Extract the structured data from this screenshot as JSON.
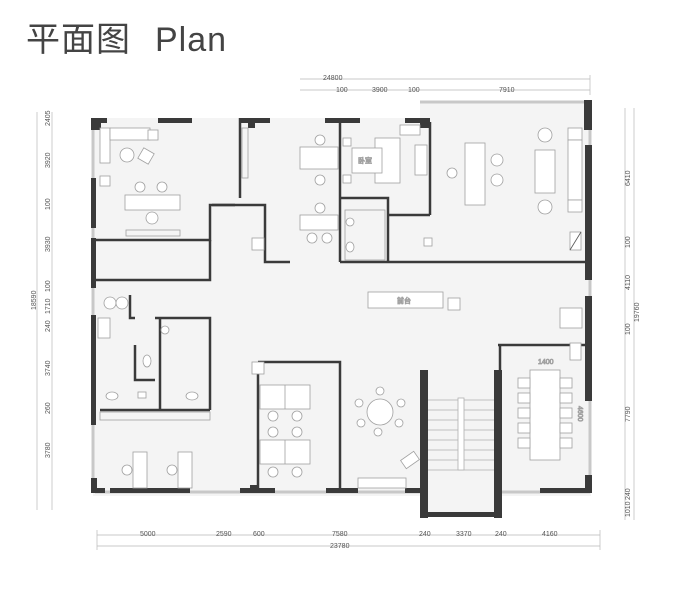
{
  "title": {
    "cn": "平面图",
    "en": "Plan"
  },
  "labels": {
    "bedroom": "卧室",
    "reception": "前台"
  },
  "dimensions": {
    "top_total": "24800",
    "top": [
      "100",
      "3900",
      "100",
      "7910"
    ],
    "left_total": "18590",
    "left": [
      "2405",
      "3920",
      "100",
      "3930",
      "100",
      "1710",
      "240",
      "3740",
      "260",
      "3780"
    ],
    "right_total": "19760",
    "right": [
      "6410",
      "100",
      "4110",
      "100",
      "7790",
      "240",
      "1010"
    ],
    "bottom_total": "23780",
    "bottom": [
      "5000",
      "2590",
      "600",
      "7580",
      "240",
      "3370",
      "240",
      "4160"
    ],
    "conference_table_width": "1400",
    "conference_table_length": "4600"
  },
  "colors": {
    "wall": "#3a3a3a",
    "floor": "#f4f4f4",
    "line": "#8a8a8a",
    "dim": "#b0b0b0",
    "furniture": "#ffffff"
  }
}
